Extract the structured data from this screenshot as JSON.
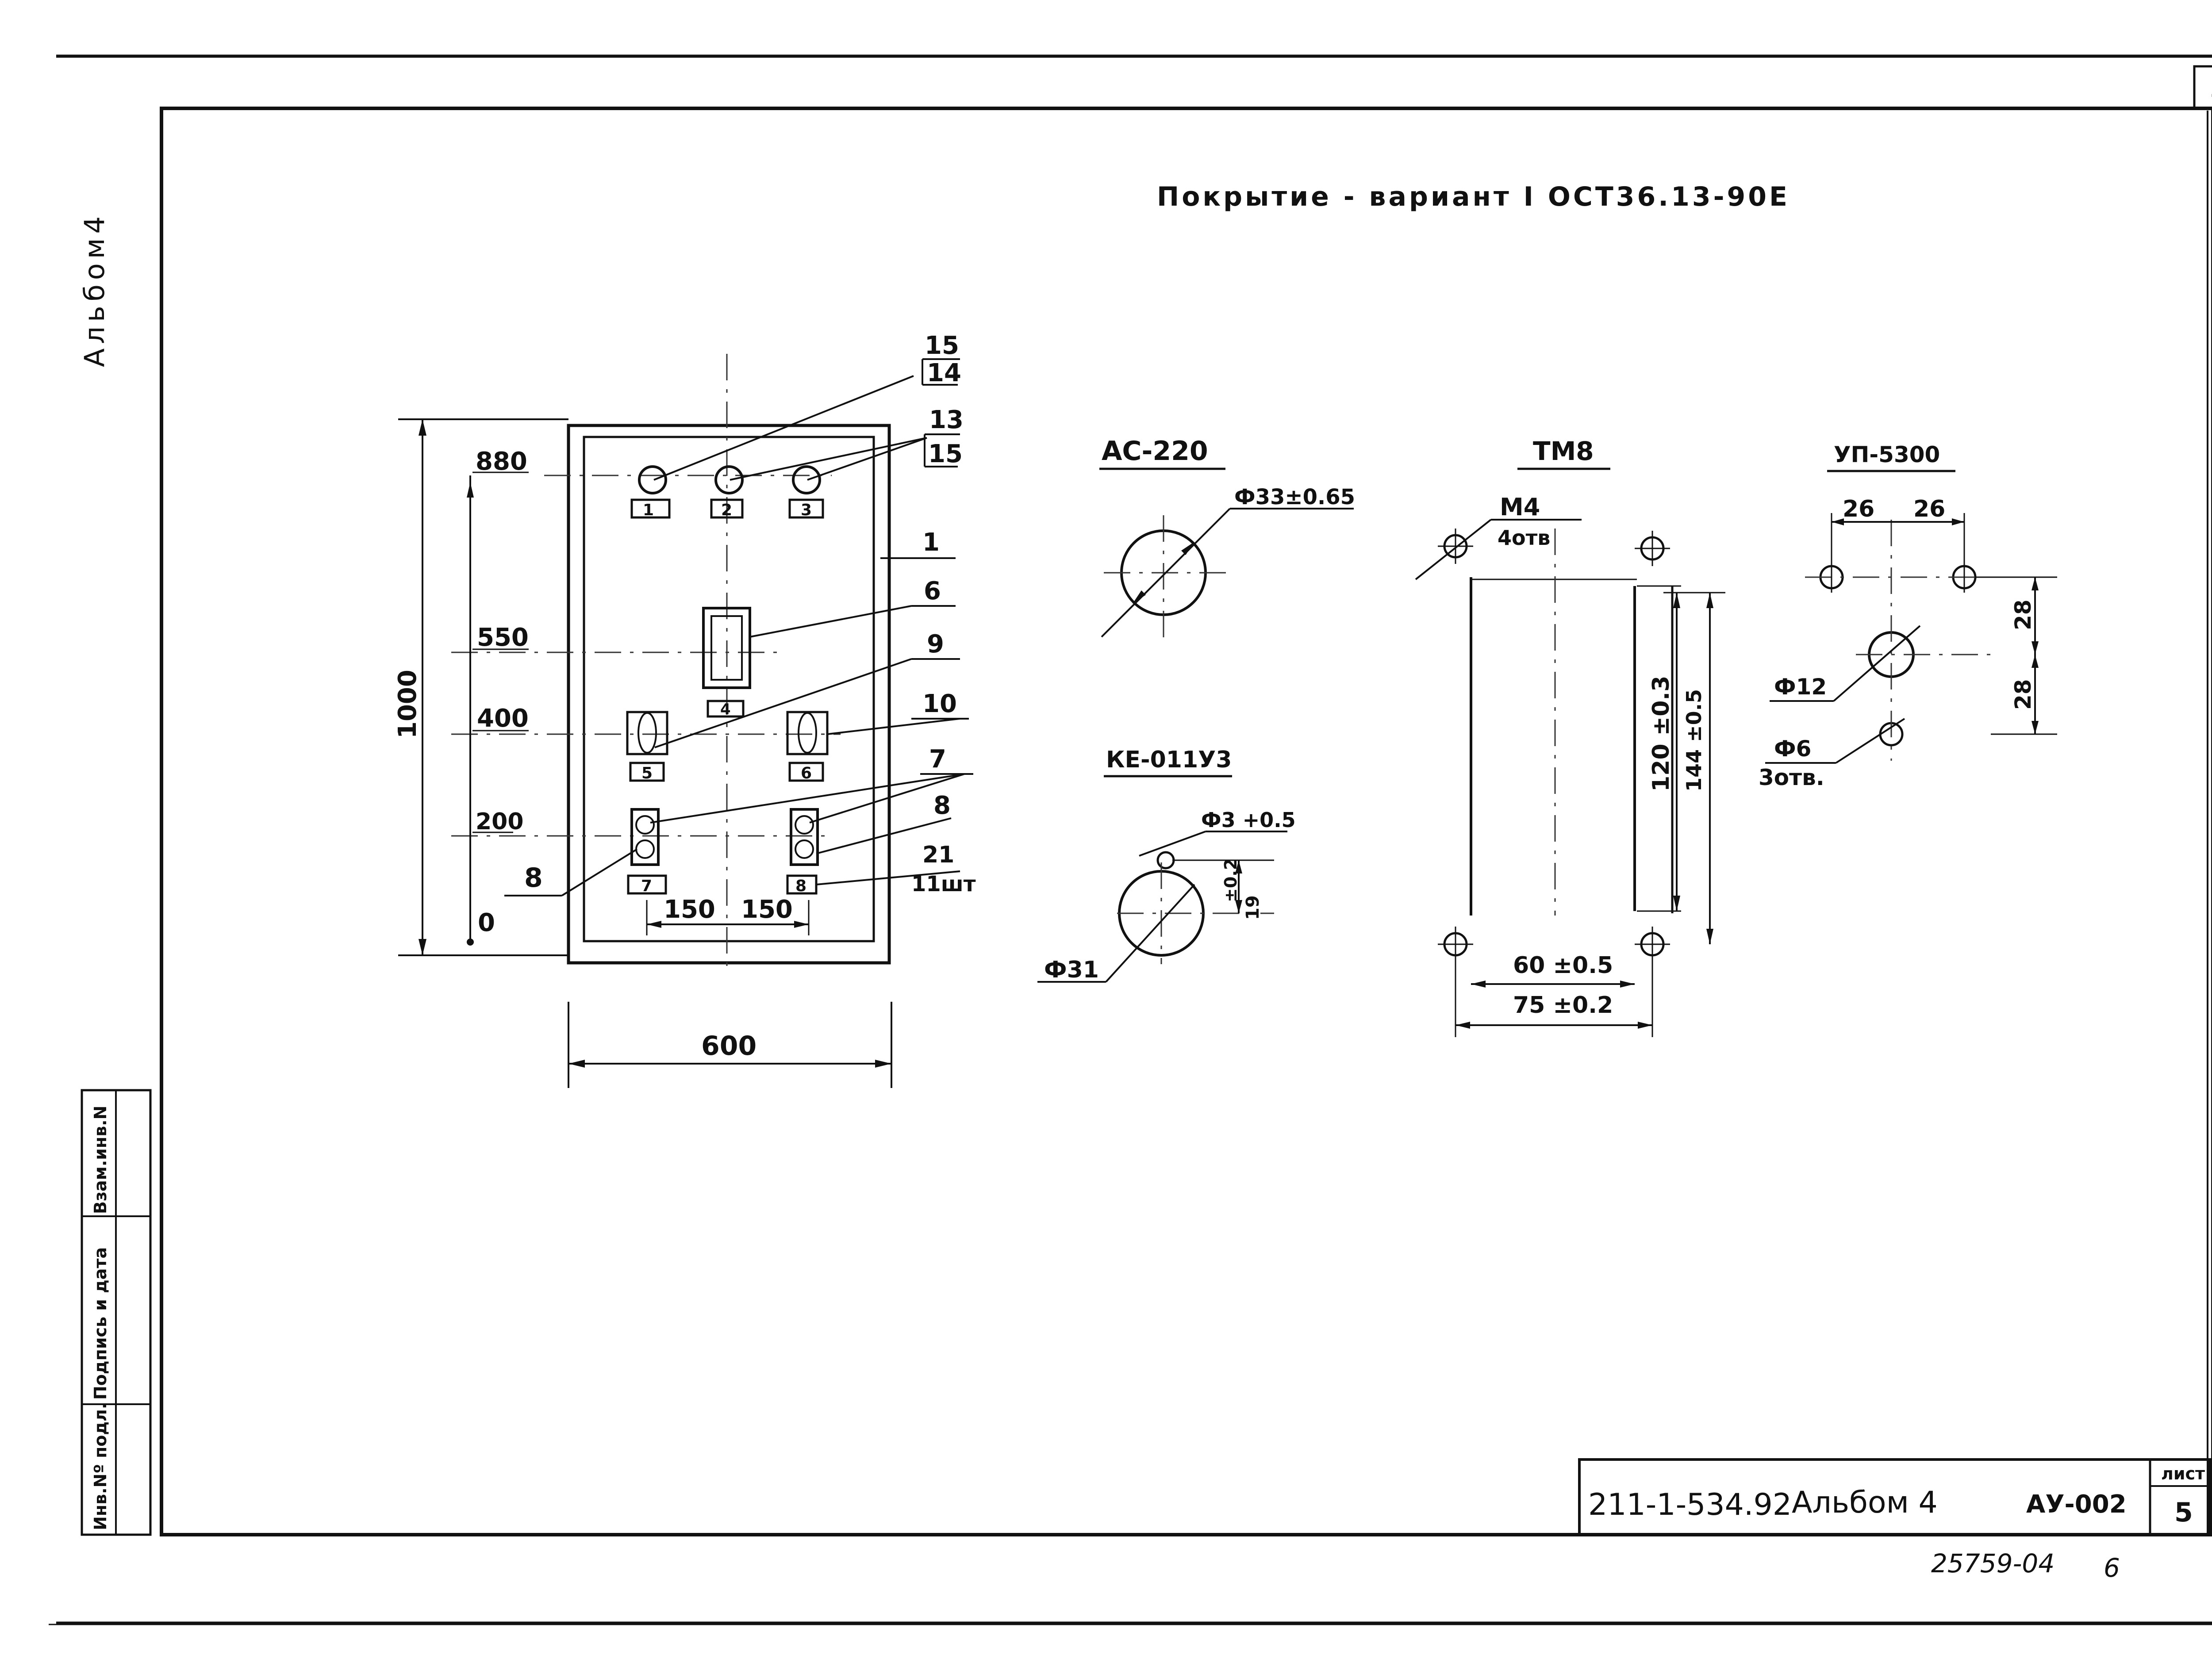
{
  "sheet": {
    "page_number": "5",
    "album_side": "Альбом4",
    "coating_note": "Покрытие - вариант I  ОСТ36.13-90Е",
    "stamp_inventory": "Инв.Nº подл.",
    "stamp_signature": "Подпись и дата",
    "stamp_replace": "Взам.инв.N",
    "title_block": {
      "doc_number": "211-1-534.92",
      "album": "Альбом 4",
      "code": "АУ-002",
      "sheet_label": "лист",
      "sheet_number": "5"
    },
    "footer_number": "25759-04",
    "footer_copy": "6"
  },
  "panel": {
    "dim_total_height": "1000",
    "dim_width": "600",
    "level_880": "880",
    "level_550": "550",
    "level_400": "400",
    "level_200": "200",
    "level_0": "0",
    "dim_left_spacing": "150",
    "dim_right_spacing": "150",
    "box_labels": [
      "1",
      "2",
      "3",
      "4",
      "5",
      "6",
      "7",
      "8"
    ],
    "callout_15": "15",
    "callout_14": "14",
    "callout_13": "13",
    "callout_15b": "15",
    "callout_1": "1",
    "callout_6": "6",
    "callout_9": "9",
    "callout_10": "10",
    "callout_7": "7",
    "callout_8_right": "8",
    "callout_21": "21",
    "callout_11sht": "11шт",
    "callout_8_left": "8"
  },
  "detail_ac220": {
    "title": "АС-220",
    "diameter": "Ф33±0.65"
  },
  "detail_ke": {
    "title": "КЕ-011У3",
    "small_hole": "Ф3 +0.5",
    "offset": "19",
    "offset_tol": "±0.2",
    "big_hole": "Ф31"
  },
  "detail_tm8": {
    "title": "ТМ8",
    "thread": "М4",
    "holes": "4отв",
    "dim_height_inner": "120 ±0.3",
    "dim_height_outer": "144 ±0.5",
    "dim_width_inner": "60 ±0.5",
    "dim_width_outer": "75 ±0.2"
  },
  "detail_up": {
    "title": "УП-5300",
    "dim_left": "26",
    "dim_right": "26",
    "dim_upper": "28",
    "dim_lower": "28",
    "center_hole": "Ф12",
    "small_holes": "Ф6",
    "small_holes_count": "3отв."
  }
}
